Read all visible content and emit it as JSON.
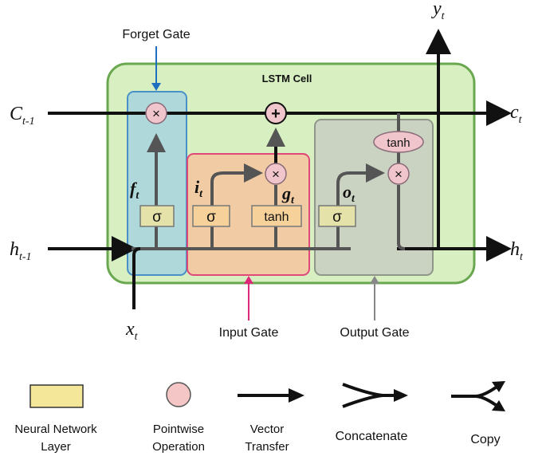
{
  "cell_title": "LSTM Cell",
  "gate_labels": {
    "forget": "Forget Gate",
    "input": "Input Gate",
    "output": "Output Gate"
  },
  "io_labels": {
    "c_prev": {
      "base": "C",
      "sub": "t-1"
    },
    "h_prev": {
      "base": "h",
      "sub": "t-1"
    },
    "c_next": {
      "base": "c",
      "sub": "t"
    },
    "h_next": {
      "base": "h",
      "sub": "t"
    },
    "x_in": {
      "base": "x",
      "sub": "t"
    },
    "y_out": {
      "base": "y",
      "sub": "t"
    }
  },
  "gate_signals": {
    "f": {
      "base": "f",
      "sub": "t"
    },
    "i": {
      "base": "i",
      "sub": "t"
    },
    "g": {
      "base": "g",
      "sub": "t"
    },
    "o": {
      "base": "o",
      "sub": "t"
    }
  },
  "ops": {
    "sigma": "σ",
    "tanh": "tanh",
    "multiply": "×",
    "add": "+"
  },
  "legend": {
    "nn_layer": [
      "Neural Network",
      "Layer"
    ],
    "pointwise": [
      "Pointwise",
      "Operation"
    ],
    "vector": [
      "Vector",
      "Transfer"
    ],
    "concat": "Concatenate",
    "copy": "Copy"
  },
  "colors": {
    "cell_fill": "#d8efc2",
    "cell_stroke": "#6aa84f",
    "forget_fill": "#a8d4de",
    "forget_stroke": "#4a90c8",
    "input_fill": "#f3c7a0",
    "input_stroke": "#e0487a",
    "output_fill": "#c9cfc2",
    "output_stroke": "#8f968a",
    "layer_fill": "#f5e79a",
    "op_fill": "#f0c6cc"
  }
}
